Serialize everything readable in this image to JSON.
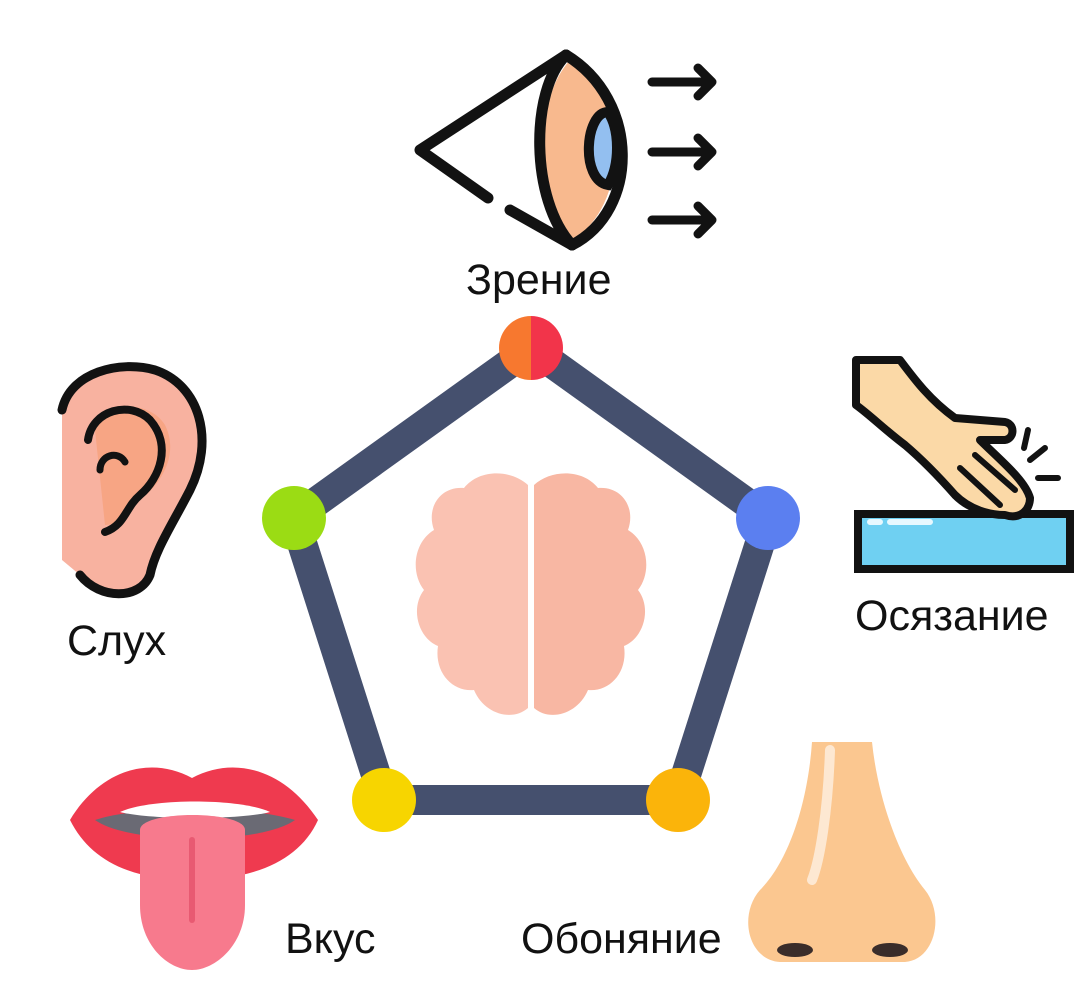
{
  "senses": {
    "vision": {
      "label": "Зрение",
      "icon": "eye-icon"
    },
    "hearing": {
      "label": "Слух",
      "icon": "ear-icon"
    },
    "touch": {
      "label": "Осязание",
      "icon": "touching-hand-icon"
    },
    "taste": {
      "label": "Вкус",
      "icon": "tongue-icon"
    },
    "smell": {
      "label": "Обоняние",
      "icon": "nose-icon"
    }
  },
  "center_icon": "brain-icon",
  "colors": {
    "pentagon_stroke": "#45506e",
    "node_top_left_half": "#f7782f",
    "node_top_right_half": "#f2344a",
    "node_left": "#9bdc14",
    "node_right": "#5b7ff0",
    "node_bottom_left": "#f7d500",
    "node_bottom_right": "#fbb40a",
    "brain_left": "#fac2b2",
    "brain_right": "#f8b7a3",
    "outline": "#121212"
  }
}
